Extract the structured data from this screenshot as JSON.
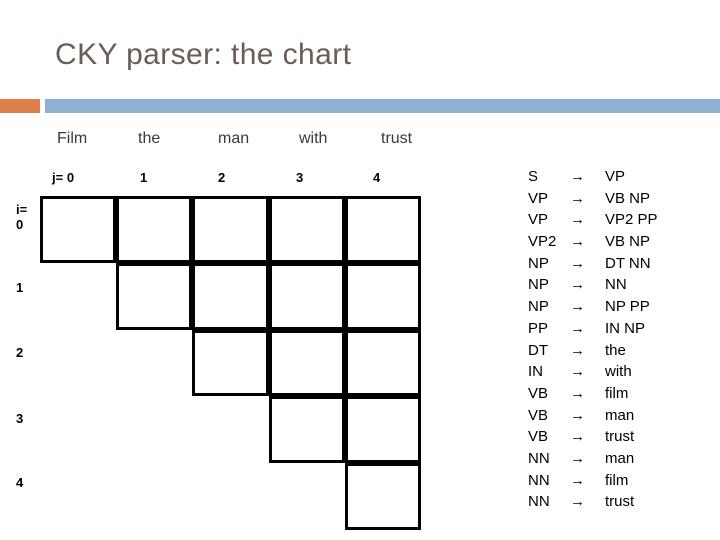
{
  "slide": {
    "title": "CKY parser: the chart",
    "accent_orange": "#DD8049",
    "accent_blue": "#8FB0D0",
    "title_color": "#6B5D55"
  },
  "chart": {
    "column_label_prefix": "j=",
    "row_label_prefix": "i=",
    "words": [
      "Film",
      "the",
      "man",
      "with",
      "trust"
    ],
    "column_indices": [
      "0",
      "1",
      "2",
      "3",
      "4"
    ],
    "row_indices": [
      "0",
      "1",
      "2",
      "3",
      "4"
    ],
    "cells": [
      {
        "row": 0,
        "col": 0,
        "text": ""
      },
      {
        "row": 0,
        "col": 1,
        "text": ""
      },
      {
        "row": 0,
        "col": 2,
        "text": ""
      },
      {
        "row": 0,
        "col": 3,
        "text": ""
      },
      {
        "row": 0,
        "col": 4,
        "text": ""
      },
      {
        "row": 1,
        "col": 1,
        "text": ""
      },
      {
        "row": 1,
        "col": 2,
        "text": ""
      },
      {
        "row": 1,
        "col": 3,
        "text": ""
      },
      {
        "row": 1,
        "col": 4,
        "text": ""
      },
      {
        "row": 2,
        "col": 2,
        "text": ""
      },
      {
        "row": 2,
        "col": 3,
        "text": ""
      },
      {
        "row": 2,
        "col": 4,
        "text": ""
      },
      {
        "row": 3,
        "col": 3,
        "text": ""
      },
      {
        "row": 3,
        "col": 4,
        "text": ""
      },
      {
        "row": 4,
        "col": 4,
        "text": ""
      }
    ]
  },
  "grammar": {
    "arrow": "→",
    "rules": [
      {
        "lhs": "S",
        "rhs": "VP"
      },
      {
        "lhs": "VP",
        "rhs": "VB NP"
      },
      {
        "lhs": "VP",
        "rhs": "VP2 PP"
      },
      {
        "lhs": "VP2",
        "rhs": "VB NP"
      },
      {
        "lhs": "NP",
        "rhs": "DT NN"
      },
      {
        "lhs": "NP",
        "rhs": "NN"
      },
      {
        "lhs": "NP",
        "rhs": "NP PP"
      },
      {
        "lhs": "PP",
        "rhs": "IN NP"
      },
      {
        "lhs": "DT",
        "rhs": "the"
      },
      {
        "lhs": "IN",
        "rhs": "with"
      },
      {
        "lhs": "VB",
        "rhs": "film"
      },
      {
        "lhs": "VB",
        "rhs": "man"
      },
      {
        "lhs": "VB",
        "rhs": "trust"
      },
      {
        "lhs": "NN",
        "rhs": "man"
      },
      {
        "lhs": "NN",
        "rhs": "film"
      },
      {
        "lhs": "NN",
        "rhs": "trust"
      }
    ]
  }
}
